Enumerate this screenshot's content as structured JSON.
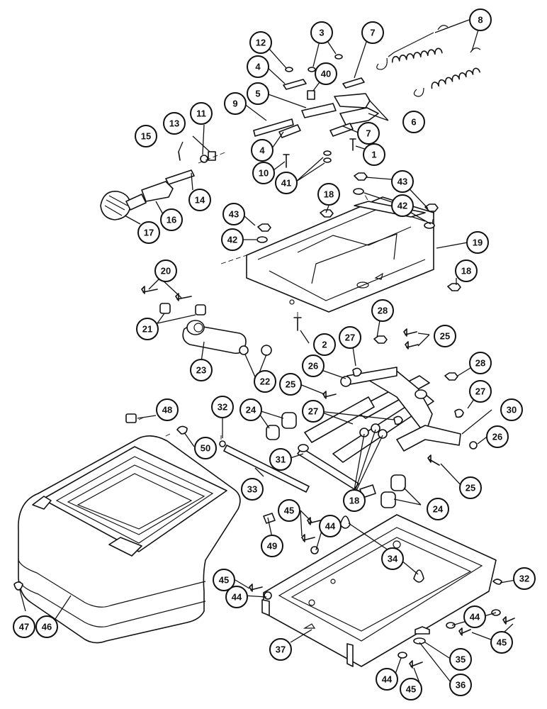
{
  "callouts": [
    {
      "id": "c1",
      "label": "1"
    },
    {
      "id": "c2",
      "label": "2"
    },
    {
      "id": "c3",
      "label": "3"
    },
    {
      "id": "c4a",
      "label": "4"
    },
    {
      "id": "c4b",
      "label": "4"
    },
    {
      "id": "c5",
      "label": "5"
    },
    {
      "id": "c6",
      "label": "6"
    },
    {
      "id": "c7a",
      "label": "7"
    },
    {
      "id": "c7b",
      "label": "7"
    },
    {
      "id": "c8",
      "label": "8"
    },
    {
      "id": "c9",
      "label": "9"
    },
    {
      "id": "c10",
      "label": "10"
    },
    {
      "id": "c11",
      "label": "11"
    },
    {
      "id": "c12",
      "label": "12"
    },
    {
      "id": "c13",
      "label": "13"
    },
    {
      "id": "c14",
      "label": "14"
    },
    {
      "id": "c15",
      "label": "15"
    },
    {
      "id": "c16",
      "label": "16"
    },
    {
      "id": "c17",
      "label": "17"
    },
    {
      "id": "c18a",
      "label": "18"
    },
    {
      "id": "c18b",
      "label": "18"
    },
    {
      "id": "c18c",
      "label": "18"
    },
    {
      "id": "c19",
      "label": "19"
    },
    {
      "id": "c20",
      "label": "20"
    },
    {
      "id": "c21",
      "label": "21"
    },
    {
      "id": "c22",
      "label": "22"
    },
    {
      "id": "c23",
      "label": "23"
    },
    {
      "id": "c24a",
      "label": "24"
    },
    {
      "id": "c24b",
      "label": "24"
    },
    {
      "id": "c25a",
      "label": "25"
    },
    {
      "id": "c25b",
      "label": "25"
    },
    {
      "id": "c25c",
      "label": "25"
    },
    {
      "id": "c26a",
      "label": "26"
    },
    {
      "id": "c26b",
      "label": "26"
    },
    {
      "id": "c27a",
      "label": "27"
    },
    {
      "id": "c27b",
      "label": "27"
    },
    {
      "id": "c27c",
      "label": "27"
    },
    {
      "id": "c28a",
      "label": "28"
    },
    {
      "id": "c28b",
      "label": "28"
    },
    {
      "id": "c30",
      "label": "30"
    },
    {
      "id": "c31",
      "label": "31"
    },
    {
      "id": "c32a",
      "label": "32"
    },
    {
      "id": "c32b",
      "label": "32"
    },
    {
      "id": "c33",
      "label": "33"
    },
    {
      "id": "c34",
      "label": "34"
    },
    {
      "id": "c35",
      "label": "35"
    },
    {
      "id": "c36",
      "label": "36"
    },
    {
      "id": "c37",
      "label": "37"
    },
    {
      "id": "c40",
      "label": "40"
    },
    {
      "id": "c41",
      "label": "41"
    },
    {
      "id": "c42a",
      "label": "42"
    },
    {
      "id": "c42b",
      "label": "42"
    },
    {
      "id": "c43a",
      "label": "43"
    },
    {
      "id": "c43b",
      "label": "43"
    },
    {
      "id": "c44a",
      "label": "44"
    },
    {
      "id": "c44b",
      "label": "44"
    },
    {
      "id": "c44c",
      "label": "44"
    },
    {
      "id": "c44d",
      "label": "44"
    },
    {
      "id": "c45a",
      "label": "45"
    },
    {
      "id": "c45b",
      "label": "45"
    },
    {
      "id": "c45c",
      "label": "45"
    },
    {
      "id": "c45d",
      "label": "45"
    },
    {
      "id": "c46",
      "label": "46"
    },
    {
      "id": "c47",
      "label": "47"
    },
    {
      "id": "c48",
      "label": "48"
    },
    {
      "id": "c49",
      "label": "49"
    },
    {
      "id": "c50",
      "label": "50"
    }
  ]
}
